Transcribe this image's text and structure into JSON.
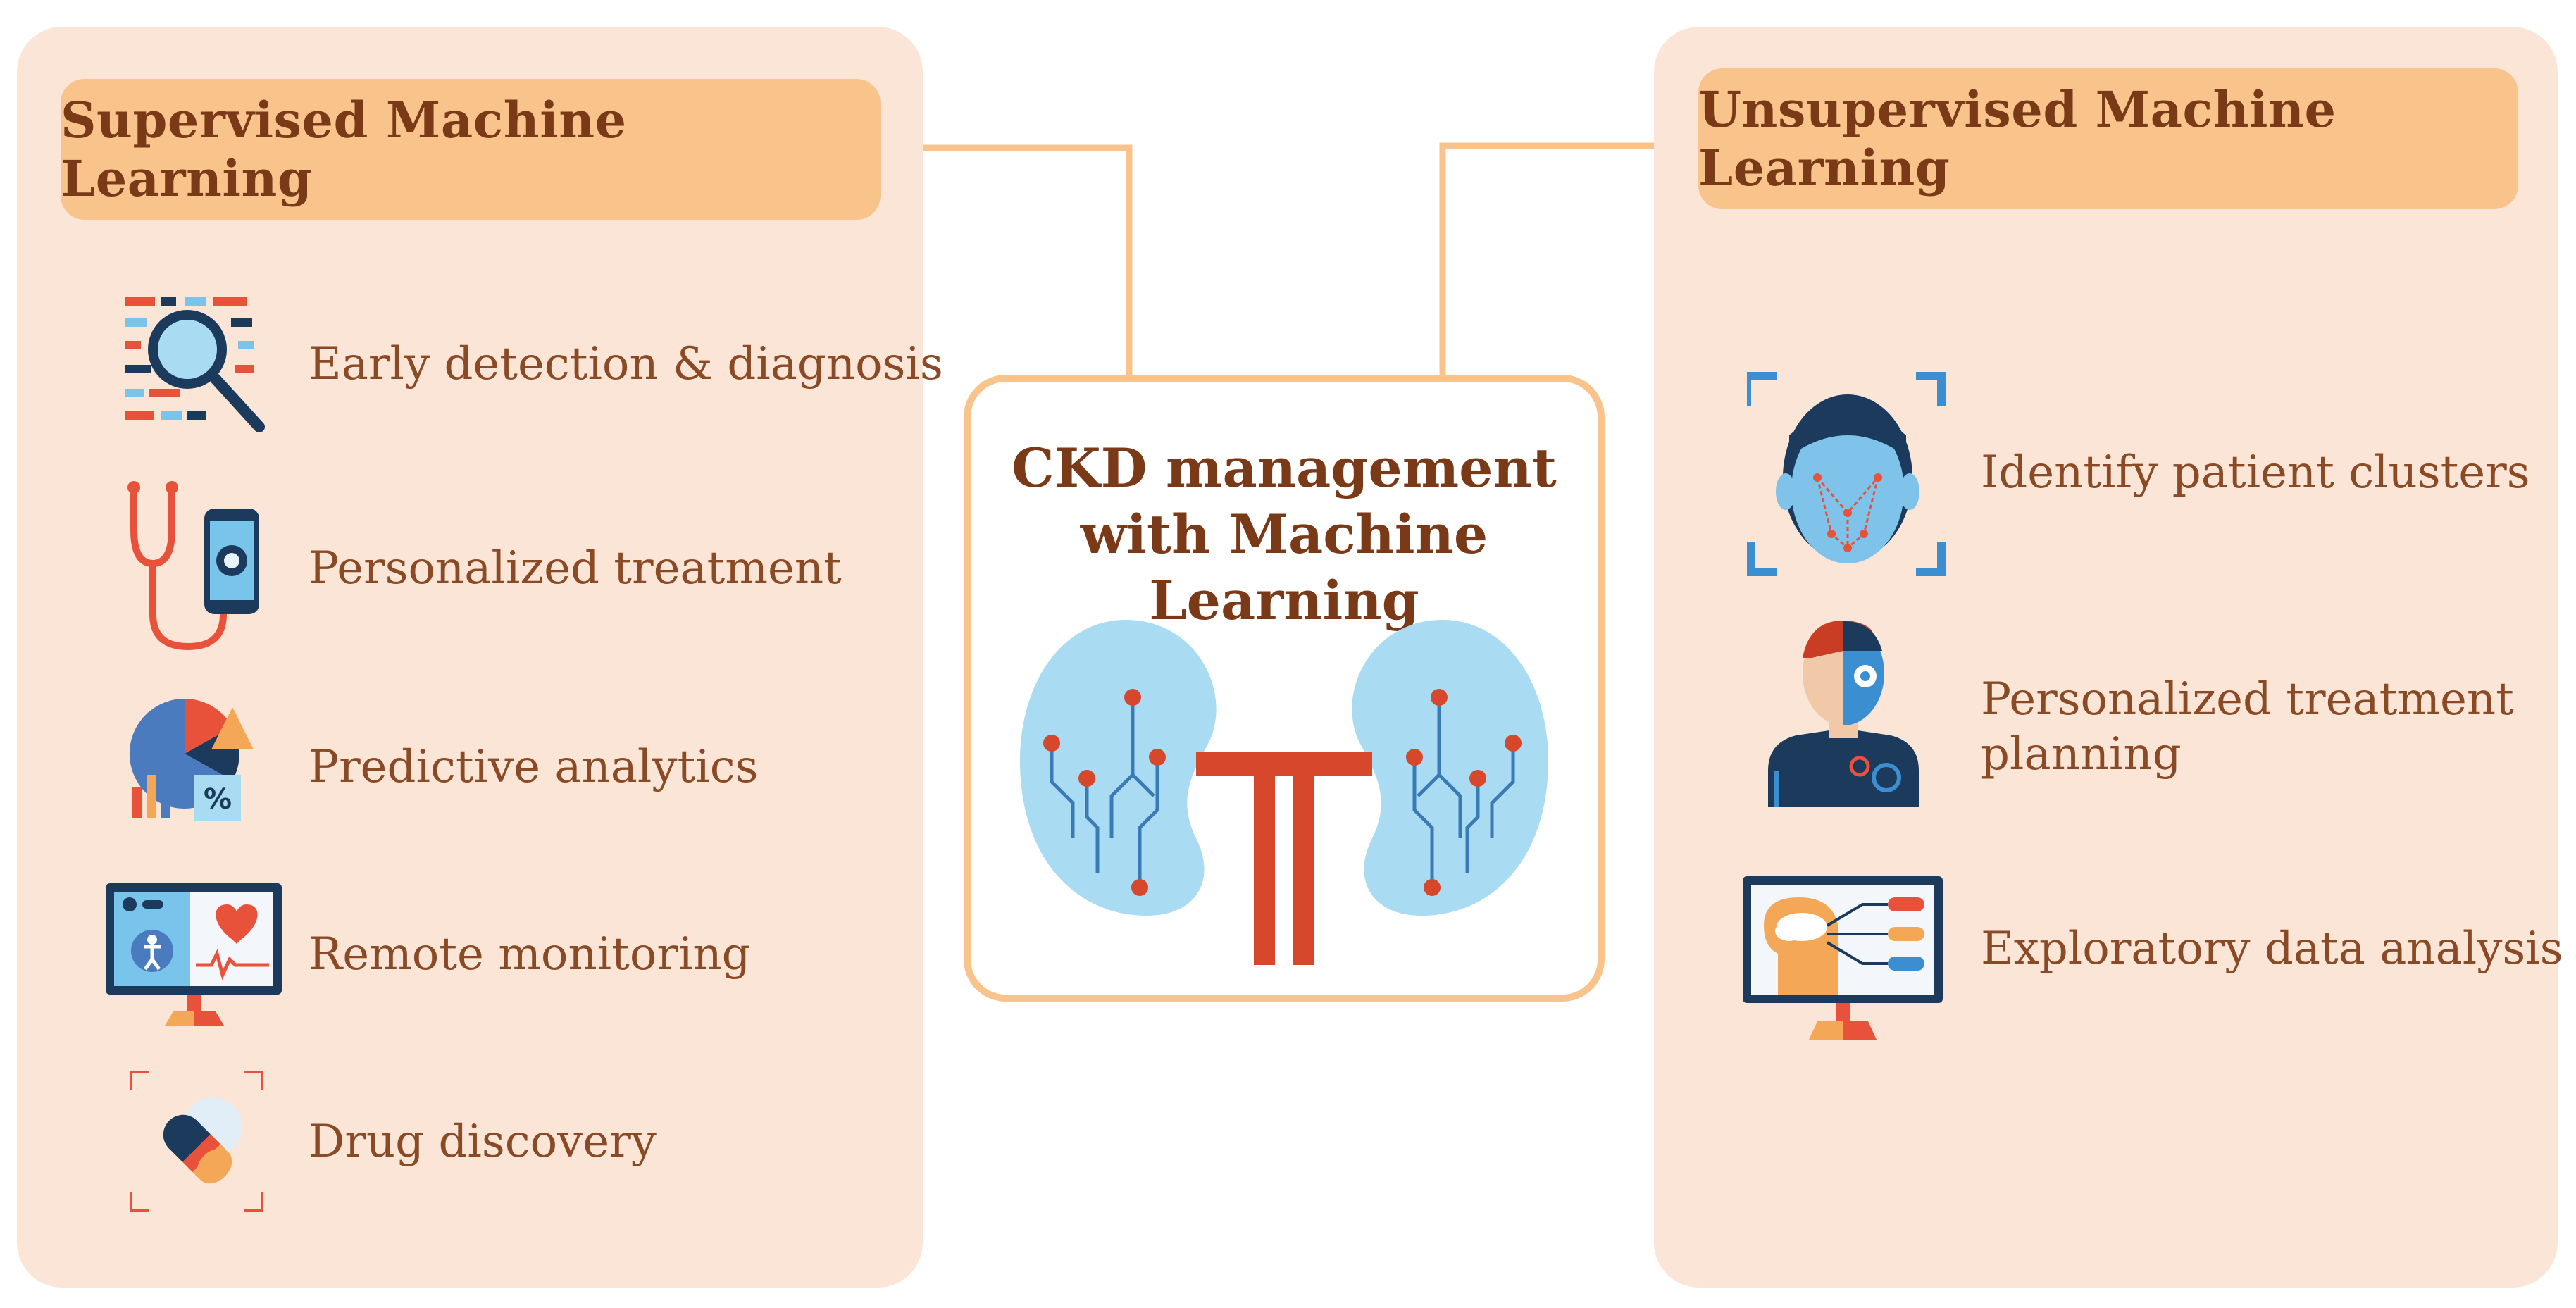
{
  "left_panel": {
    "title": "Supervised Machine Learning",
    "items": [
      {
        "label": "Early detection & diagnosis",
        "icon": "magnifier-data-icon"
      },
      {
        "label": "Personalized treatment",
        "icon": "stethoscope-phone-icon"
      },
      {
        "label": "Predictive analytics",
        "icon": "pie-chart-analytics-icon"
      },
      {
        "label": "Remote monitoring",
        "icon": "monitor-heart-icon"
      },
      {
        "label": "Drug discovery",
        "icon": "capsule-pill-icon"
      }
    ]
  },
  "center": {
    "title_line1": "CKD management",
    "title_line2": "with Machine Learning",
    "icon": "kidneys-circuit-icon"
  },
  "right_panel": {
    "title": "Unsupervised Machine Learning",
    "items": [
      {
        "label": "Identify patient clusters",
        "icon": "face-scan-icon"
      },
      {
        "label_line1": "Personalized treatment",
        "label_line2": "planning",
        "icon": "person-ai-icon"
      },
      {
        "label": "Exploratory data analysis",
        "icon": "monitor-brain-cloud-icon"
      }
    ]
  },
  "colors": {
    "panel_bg": "#fbe5d6",
    "header_bg": "#f9c48c",
    "title_text": "#7a3a17",
    "item_text": "#8a4a25",
    "kidney_fill": "#a9dbf3",
    "ureter": "#d6472b"
  }
}
